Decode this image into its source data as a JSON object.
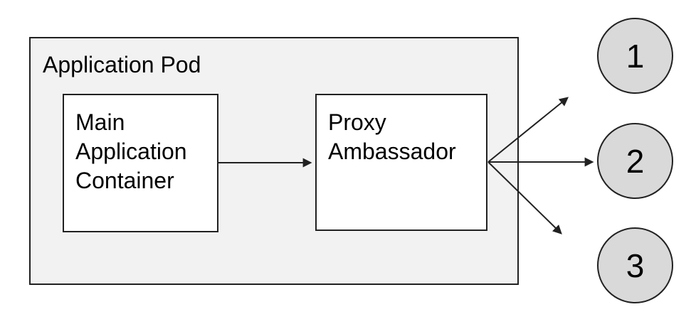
{
  "pod": {
    "label": "Application Pod"
  },
  "main_container": {
    "label": "Main Application Container",
    "lines": [
      "Main",
      "Application",
      "Container"
    ]
  },
  "proxy": {
    "label": "Proxy Ambassador",
    "lines": [
      "Proxy",
      "Ambassador"
    ]
  },
  "endpoints": [
    {
      "label": "1"
    },
    {
      "label": "2"
    },
    {
      "label": "3"
    }
  ],
  "colors": {
    "pod_fill": "#f2f2f2",
    "node_fill": "#ffffff",
    "endpoint_fill": "#d9d9d9",
    "stroke_color": "#212121",
    "text_color": "#000000",
    "canvas_bg": "#ffffff"
  }
}
